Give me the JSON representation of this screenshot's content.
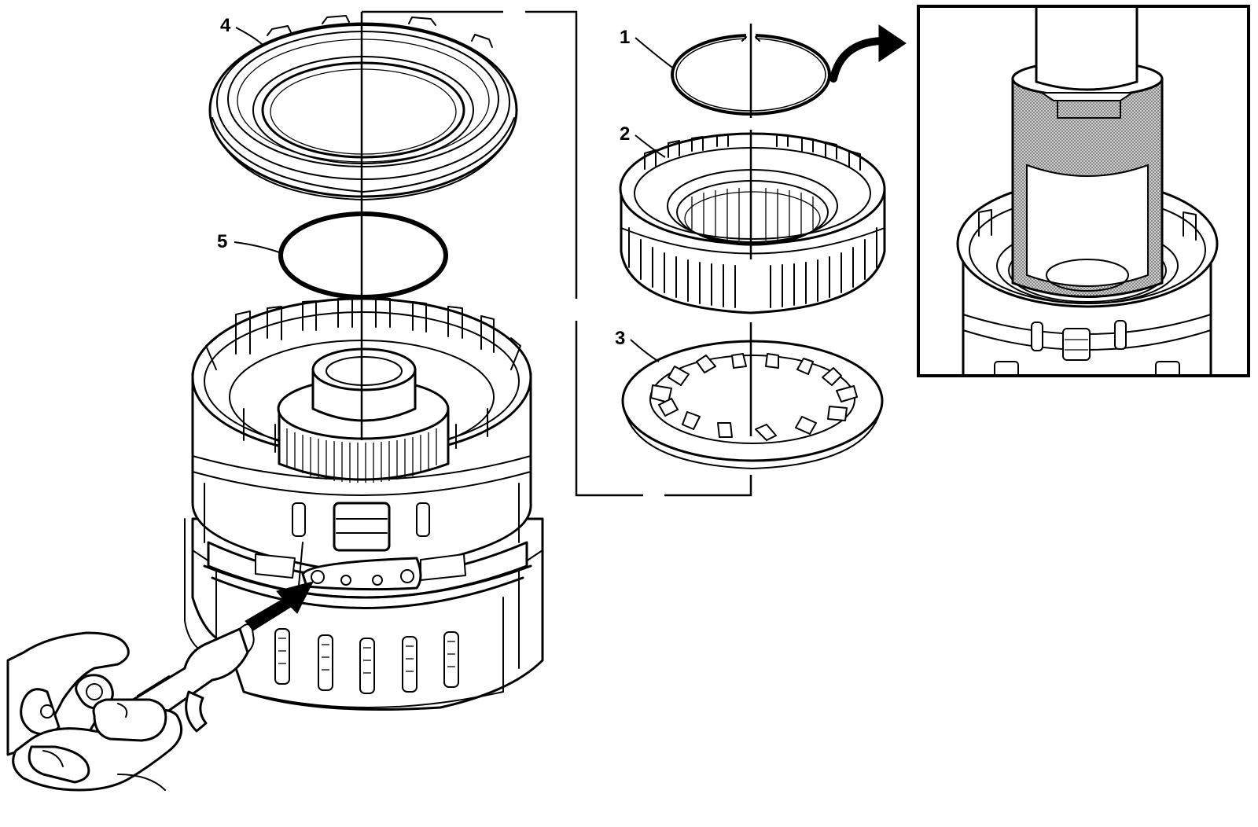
{
  "callouts": [
    {
      "id": "1",
      "label": "1",
      "part": "snap-ring"
    },
    {
      "id": "2",
      "label": "2",
      "part": "clutch-hub"
    },
    {
      "id": "3",
      "label": "3",
      "part": "wave-spring-plate"
    },
    {
      "id": "4",
      "label": "4",
      "part": "piston"
    },
    {
      "id": "5",
      "label": "5",
      "part": "o-ring-seal"
    }
  ],
  "colors": {
    "line": "#000000",
    "background": "#ffffff",
    "inset_screen": "#8a8a8a"
  },
  "icons": {
    "air_arrow": "arrow-right-icon",
    "curved_arrow": "curved-arrow-icon",
    "air_gun": "air-nozzle-icon"
  }
}
